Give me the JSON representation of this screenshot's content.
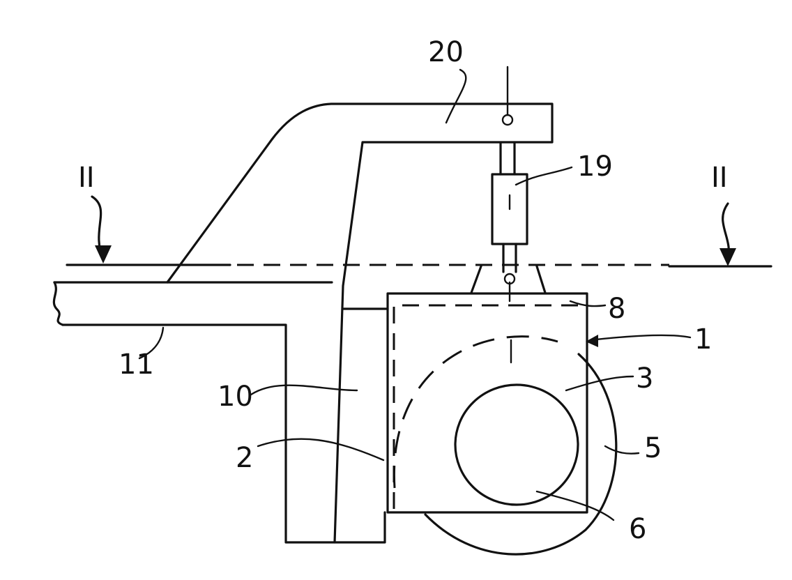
{
  "figure": {
    "section_marks": {
      "left": "II",
      "right": "II"
    },
    "labels": {
      "arm": "20",
      "cylinder": "19",
      "plate": "8",
      "assembly": "1",
      "body": "3",
      "disc": "5",
      "circle": "6",
      "bracket_face": "2",
      "post": "10",
      "beam": "11"
    }
  }
}
